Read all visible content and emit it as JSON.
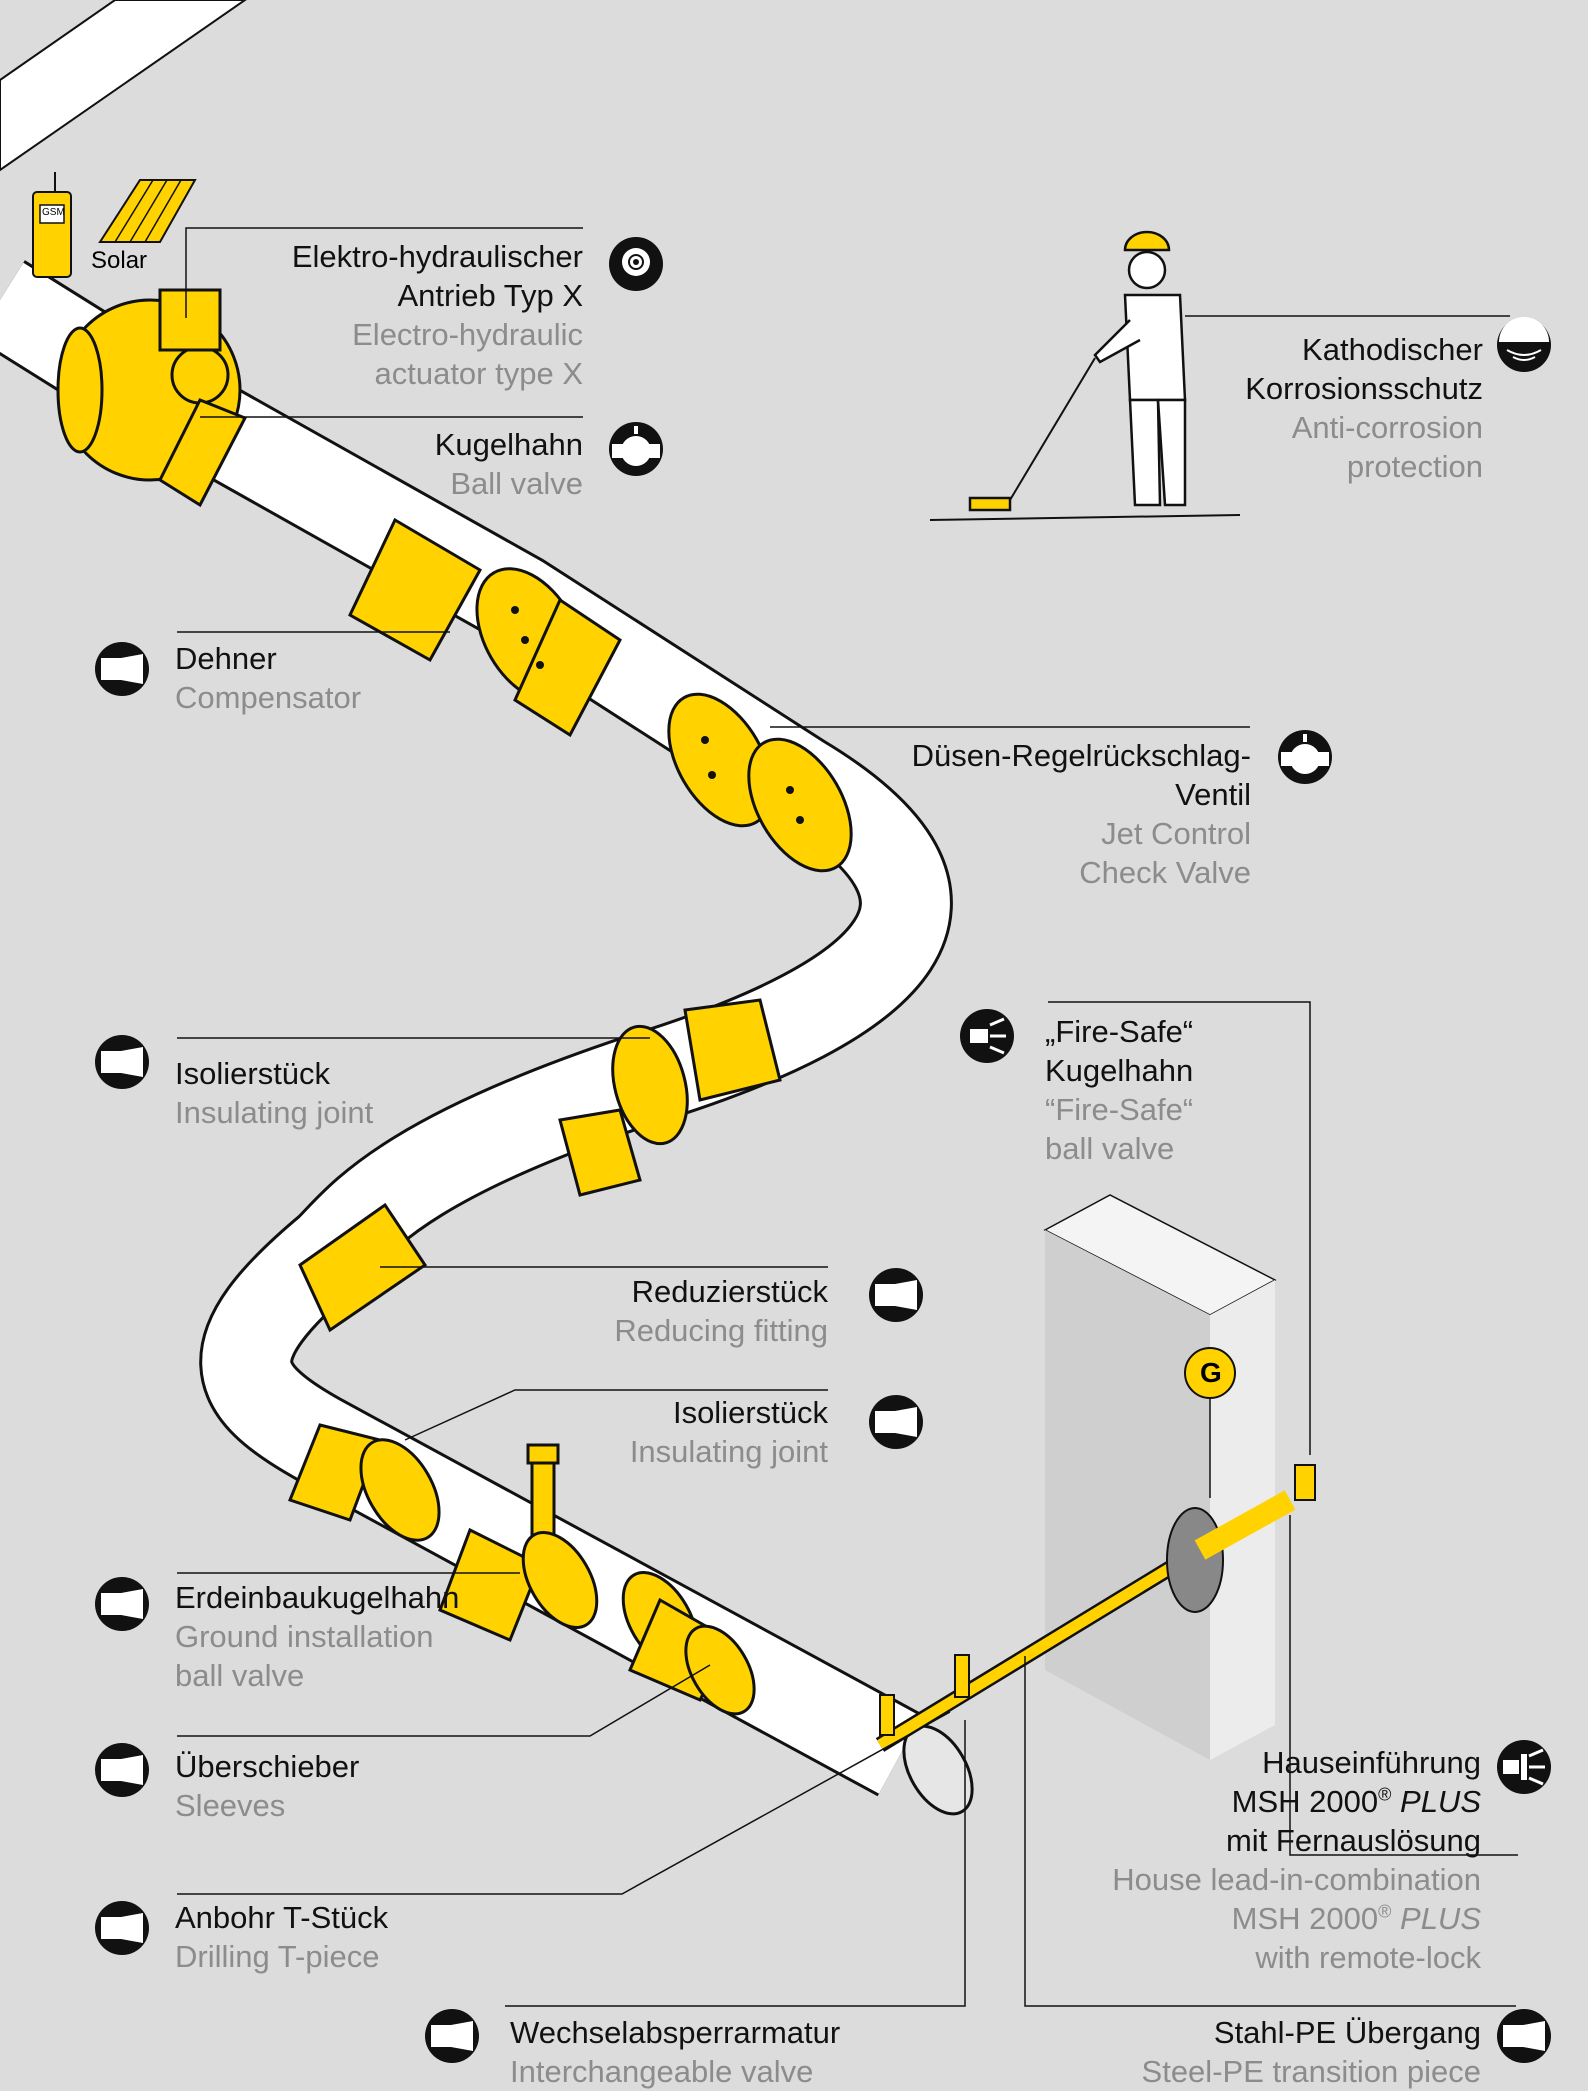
{
  "colors": {
    "background": "#dcdcdc",
    "pipe": "#ffffff",
    "accent": "#ffd200",
    "outline": "#111111",
    "english_text": "#8c8c8c",
    "wall": "#e8e8e8"
  },
  "solar_label": "Solar",
  "gsm_label": "GSM",
  "house_marker": "G",
  "labels": {
    "actuator": {
      "de1": "Elektro-hydraulischer",
      "de2": "Antrieb Typ X",
      "en1": "Electro-hydraulic",
      "en2": "actuator type X",
      "icon": "actuator-icon"
    },
    "ball_valve": {
      "de": "Kugelhahn",
      "en": "Ball valve",
      "icon": "ball-valve-icon"
    },
    "cathodic": {
      "de1": "Kathodischer",
      "de2": "Korrosionsschutz",
      "en1": "Anti-corrosion",
      "en2": "protection",
      "icon": "cathodic-protection-icon"
    },
    "compensator": {
      "de": "Dehner",
      "en": "Compensator",
      "icon": "pipe-fitting-icon"
    },
    "jet_valve": {
      "de1": "Düsen-Regelrückschlag-",
      "de2": "Ventil",
      "en1": "Jet Control",
      "en2": "Check Valve",
      "icon": "ball-valve-icon"
    },
    "insulating1": {
      "de": "Isolierstück",
      "en": "Insulating joint",
      "icon": "pipe-fitting-icon"
    },
    "fire_safe": {
      "de1": "„Fire-Safe“",
      "de2": "Kugelhahn",
      "en1": "“Fire-Safe“",
      "en2": "ball valve",
      "icon": "fire-safe-icon"
    },
    "reducing": {
      "de": "Reduzierstück",
      "en": "Reducing fitting",
      "icon": "pipe-fitting-icon"
    },
    "insulating2": {
      "de": "Isolierstück",
      "en": "Insulating joint",
      "icon": "pipe-fitting-icon"
    },
    "ground_valve": {
      "de": "Erdeinbaukugelhahn",
      "en1": "Ground installation",
      "en2": "ball valve",
      "icon": "pipe-fitting-icon"
    },
    "sleeves": {
      "de": "Überschieber",
      "en": "Sleeves",
      "icon": "pipe-fitting-icon"
    },
    "drilling_t": {
      "de": "Anbohr T-Stück",
      "en": "Drilling T-piece",
      "icon": "pipe-fitting-icon"
    },
    "house_entry": {
      "de1": "Hauseinführung",
      "de2_a": "MSH 2000",
      "de2_reg": "®",
      "de2_b": "PLUS",
      "de3": "mit Fernauslösung",
      "en1": "House lead-in-combination",
      "en2_a": "MSH 2000",
      "en2_reg": "®",
      "en2_b": "PLUS",
      "en3": "with remote-lock",
      "icon": "house-entry-icon"
    },
    "interchangeable": {
      "de": "Wechselabsperrarmatur",
      "en": "Interchangeable valve",
      "icon": "pipe-fitting-icon"
    },
    "steel_pe": {
      "de": "Stahl-PE Übergang",
      "en": "Steel-PE transition piece",
      "icon": "pipe-fitting-icon"
    }
  }
}
